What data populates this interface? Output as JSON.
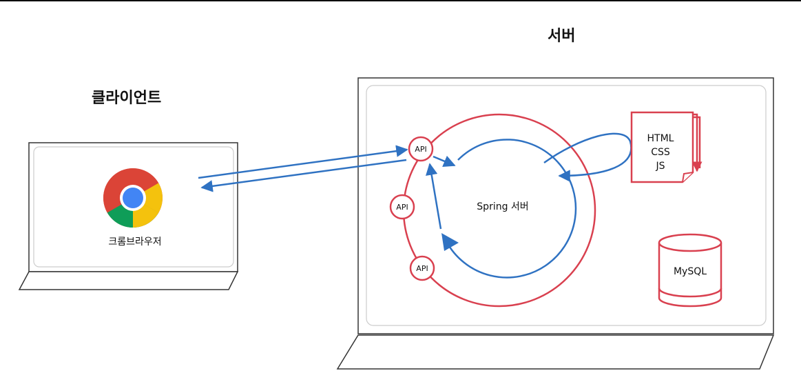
{
  "client": {
    "title": "클라이언트",
    "browser_label": "크롬브라우저",
    "browser_icon": "chrome-icon"
  },
  "server": {
    "title": "서버",
    "spring_label": "Spring 서버",
    "api_labels": [
      "API",
      "API",
      "API"
    ],
    "static_files": [
      "HTML",
      "CSS",
      "JS"
    ],
    "database_label": "MySQL"
  },
  "colors": {
    "red": "#d9404f",
    "blue": "#2f72c2",
    "frame": "#333333",
    "panel_border": "#cccccc"
  }
}
